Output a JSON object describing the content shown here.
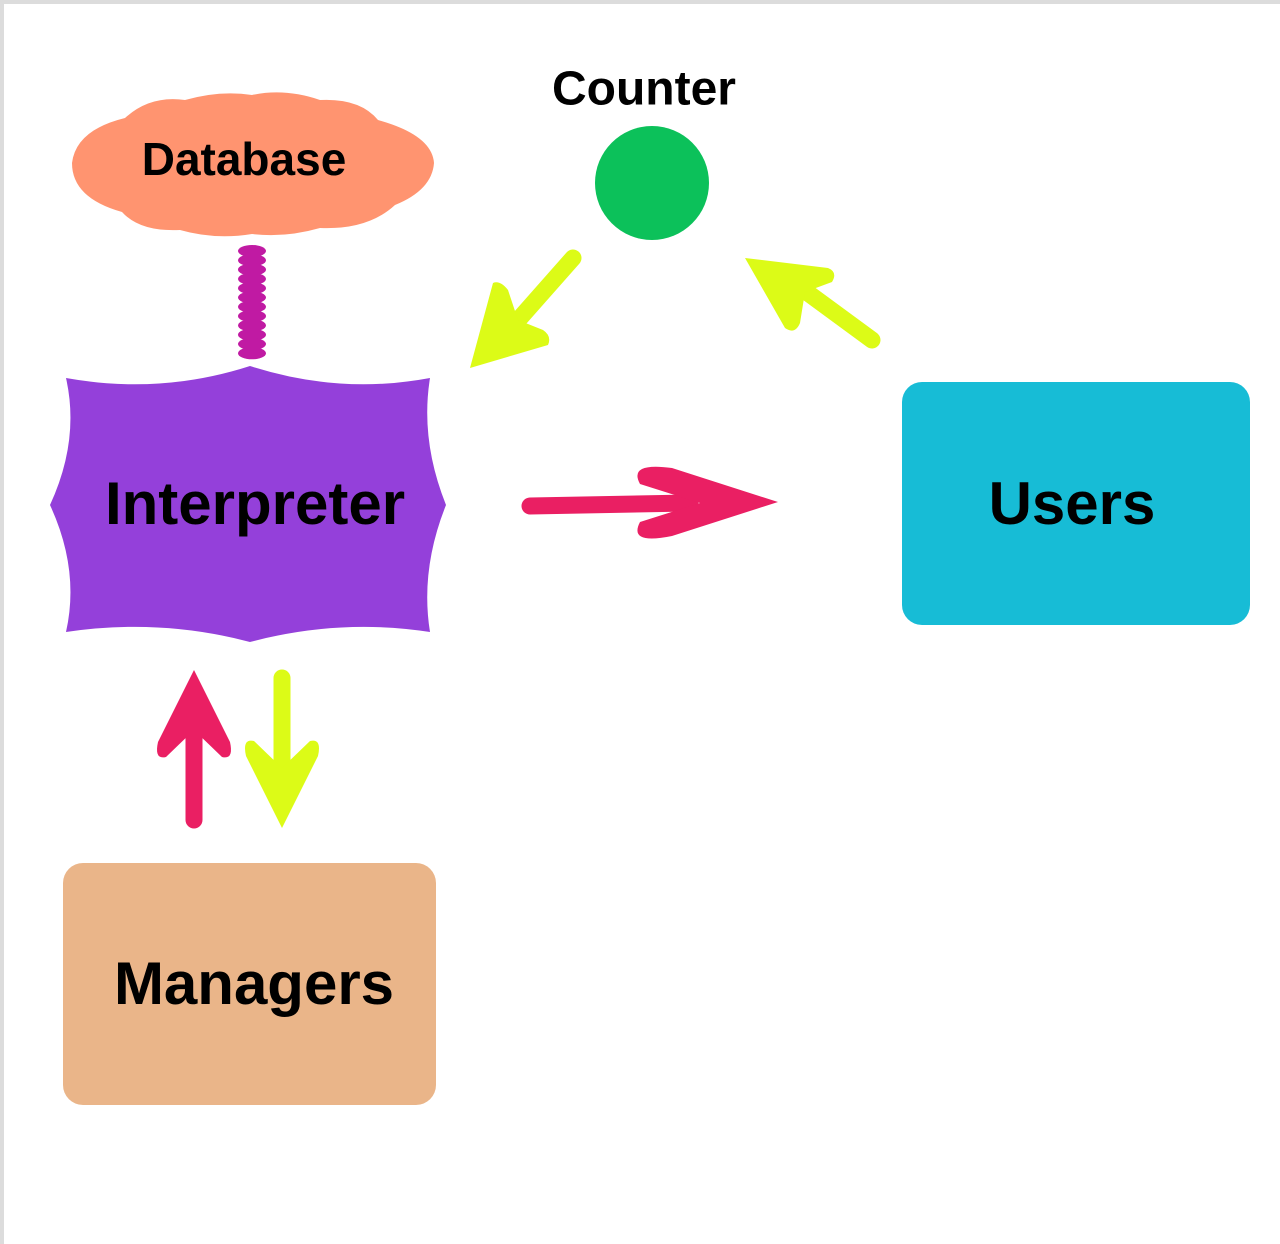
{
  "diagram": {
    "nodes": {
      "database": {
        "label": "Database",
        "color": "#ff9470"
      },
      "counter": {
        "label": "Counter",
        "color": "#0cc15a"
      },
      "interpreter": {
        "label": "Interpreter",
        "color": "#9440da"
      },
      "users": {
        "label": "Users",
        "color": "#17bcd6"
      },
      "managers": {
        "label": "Managers",
        "color": "#eab589"
      }
    },
    "edges": [
      {
        "from": "database",
        "to": "interpreter",
        "style": "spring",
        "color": "#c01aa3"
      },
      {
        "from": "counter",
        "to": "interpreter",
        "style": "arrow",
        "color": "#dcfb17"
      },
      {
        "from": "users",
        "to": "counter",
        "style": "arrow",
        "color": "#dcfb17"
      },
      {
        "from": "interpreter",
        "to": "users",
        "style": "arrow",
        "color": "#ea1f63"
      },
      {
        "from": "managers",
        "to": "interpreter",
        "style": "arrow",
        "color": "#ea1f63"
      },
      {
        "from": "interpreter",
        "to": "managers",
        "style": "arrow",
        "color": "#dcfb17"
      }
    ]
  }
}
